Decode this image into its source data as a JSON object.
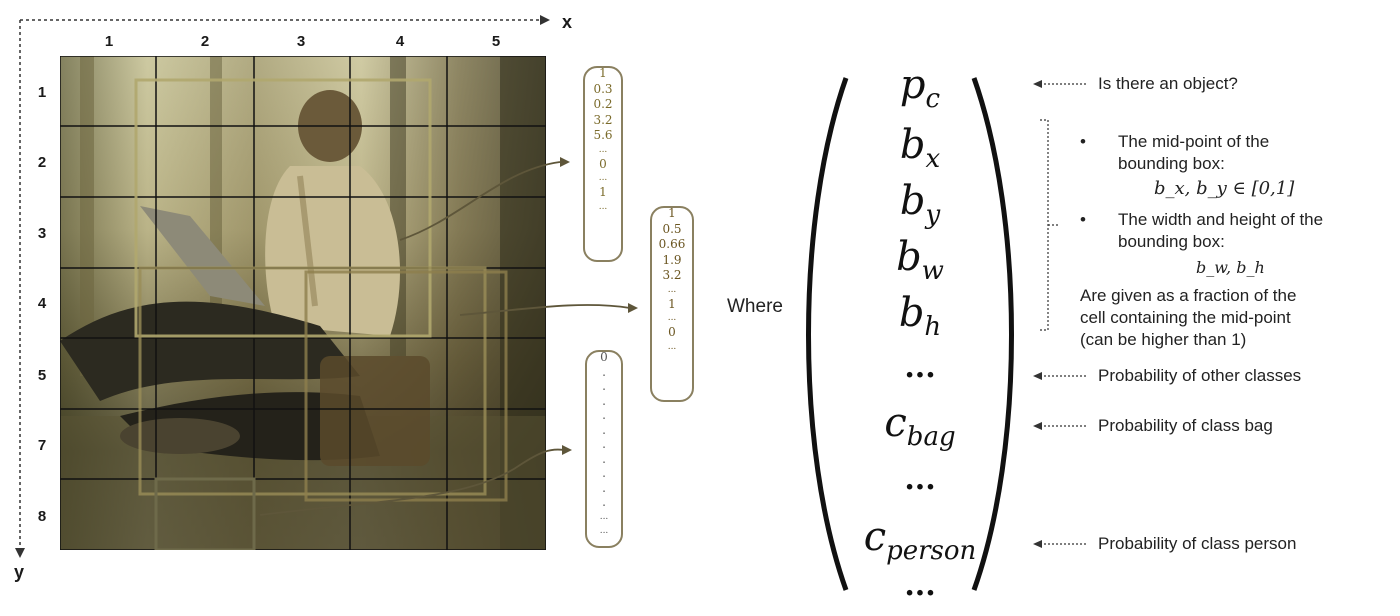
{
  "axes": {
    "x_label": "x",
    "y_label": "y"
  },
  "columns": [
    "1",
    "2",
    "3",
    "4",
    "5"
  ],
  "rows": [
    "1",
    "2",
    "3",
    "4",
    "5",
    "7",
    "8"
  ],
  "vector_a": [
    "1",
    "0.3",
    "0.2",
    "3.2",
    "5.6",
    "...",
    "0",
    "...",
    "1",
    "..."
  ],
  "vector_b": [
    "1",
    "0.5",
    "0.66",
    "1.9",
    "3.2",
    "...",
    "1",
    "...",
    "0",
    "..."
  ],
  "vector_c": [
    "0",
    ".",
    ".",
    ".",
    ".",
    ".",
    ".",
    ".",
    ".",
    ".",
    ".",
    "...",
    "..."
  ],
  "where_label": "Where",
  "output_vector": {
    "p_c": {
      "base": "p",
      "sub": "c"
    },
    "b_x": {
      "base": "b",
      "sub": "x"
    },
    "b_y": {
      "base": "b",
      "sub": "y"
    },
    "b_w": {
      "base": "b",
      "sub": "w"
    },
    "b_h": {
      "base": "b",
      "sub": "h"
    },
    "dots1": "...",
    "c_bag": {
      "base": "c",
      "sub": "bag"
    },
    "dots2": "...",
    "c_person": {
      "base": "c",
      "sub": "person"
    },
    "dots3": "..."
  },
  "annotations": {
    "object": "Is there an object?",
    "midpoint_line1": "The mid-point of the",
    "midpoint_line2": "bounding box:",
    "midpoint_formula": "b_x, b_y ∈ [0,1]",
    "wh_line1": "The width and height of the",
    "wh_line2": "bounding box:",
    "wh_formula": "b_w, b_h",
    "fraction_line1": "Are given as a fraction of the",
    "fraction_line2": "cell containing the mid-point",
    "fraction_line3": "(can be higher than 1)",
    "other_classes": "Probability of other classes",
    "class_bag": "Probability of class bag",
    "class_person": "Probability of class person",
    "bullet": "•"
  }
}
